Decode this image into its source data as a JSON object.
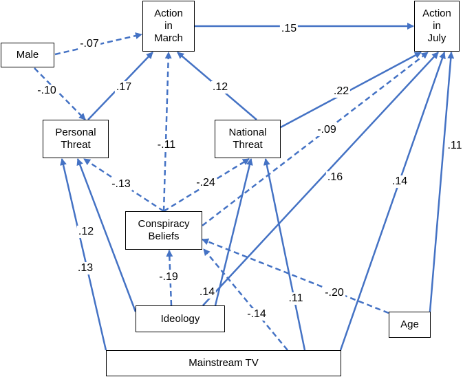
{
  "nodes": {
    "action_march": "Action\nin\nMarch",
    "action_july": "Action\nin\nJuly",
    "male": "Male",
    "personal_threat": "Personal\nThreat",
    "national_threat": "National\nThreat",
    "conspiracy": "Conspiracy\nBeliefs",
    "ideology": "Ideology",
    "age": "Age",
    "mainstream_tv": "Mainstream TV"
  },
  "paths": [
    {
      "id": "march-july",
      "from": "Action in March",
      "to": "Action in July",
      "coef": ".15",
      "style": "solid"
    },
    {
      "id": "male-march",
      "from": "Male",
      "to": "Action in March",
      "coef": "-.07",
      "style": "dashed"
    },
    {
      "id": "male-personal",
      "from": "Male",
      "to": "Personal Threat",
      "coef": "-.10",
      "style": "dashed"
    },
    {
      "id": "personal-march",
      "from": "Personal Threat",
      "to": "Action in March",
      "coef": ".17",
      "style": "solid"
    },
    {
      "id": "national-march",
      "from": "National Threat",
      "to": "Action in March",
      "coef": ".12",
      "style": "solid"
    },
    {
      "id": "conspiracy-march",
      "from": "Conspiracy Beliefs",
      "to": "Action in March",
      "coef": "-.11",
      "style": "dashed"
    },
    {
      "id": "national-july",
      "from": "National Threat",
      "to": "Action in July",
      "coef": ".22",
      "style": "solid"
    },
    {
      "id": "conspiracy-july",
      "from": "Conspiracy Beliefs",
      "to": "Action in July",
      "coef": "-.09",
      "style": "dashed"
    },
    {
      "id": "conspiracy-personal",
      "from": "Conspiracy Beliefs",
      "to": "Personal Threat",
      "coef": "-.13",
      "style": "dashed"
    },
    {
      "id": "conspiracy-national",
      "from": "Conspiracy Beliefs",
      "to": "National Threat",
      "coef": "-.24",
      "style": "dashed"
    },
    {
      "id": "ideology-july",
      "from": "Ideology",
      "to": "Action in July",
      "coef": ".16",
      "style": "solid"
    },
    {
      "id": "tv-july",
      "from": "Mainstream TV",
      "to": "Action in July",
      "coef": ".14",
      "style": "solid"
    },
    {
      "id": "age-july",
      "from": "Age",
      "to": "Action in July",
      "coef": ".11",
      "style": "solid"
    },
    {
      "id": "ideology-personal",
      "from": "Ideology",
      "to": "Personal Threat",
      "coef": ".12",
      "style": "solid"
    },
    {
      "id": "tv-personal",
      "from": "Mainstream TV",
      "to": "Personal Threat",
      "coef": ".13",
      "style": "solid"
    },
    {
      "id": "ideology-conspiracy",
      "from": "Ideology",
      "to": "Conspiracy Beliefs",
      "coef": "-.19",
      "style": "dashed"
    },
    {
      "id": "ideology-national",
      "from": "Ideology",
      "to": "National Threat",
      "coef": ".14",
      "style": "solid"
    },
    {
      "id": "tv-national",
      "from": "Mainstream TV",
      "to": "National Threat",
      "coef": ".11",
      "style": "solid"
    },
    {
      "id": "age-conspiracy",
      "from": "Age",
      "to": "Conspiracy Beliefs",
      "coef": "-.20",
      "style": "dashed"
    },
    {
      "id": "tv-conspiracy",
      "from": "Mainstream TV",
      "to": "Conspiracy Beliefs",
      "coef": "-.14",
      "style": "dashed"
    }
  ],
  "colors": {
    "arrow": "#4472C4",
    "box_border": "#000000",
    "text": "#000000"
  }
}
